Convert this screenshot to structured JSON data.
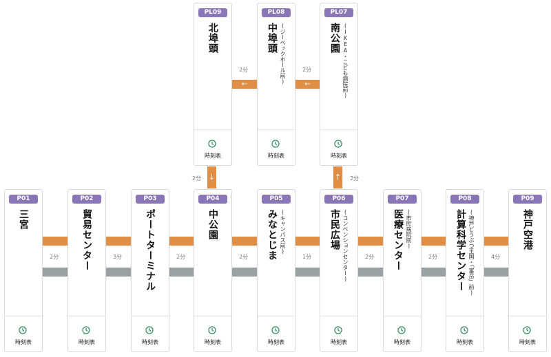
{
  "colors": {
    "badge": "#8a76b6",
    "line_orange": "#e08e45",
    "line_gray": "#9aa1a4",
    "clock_green": "#2e8b57"
  },
  "timetable_label": "時刻表",
  "main_stations": [
    {
      "code": "P01",
      "name": "三宮",
      "sub": ""
    },
    {
      "code": "P02",
      "name": "貿易センター",
      "sub": ""
    },
    {
      "code": "P03",
      "name": "ポートターミナル",
      "sub": ""
    },
    {
      "code": "P04",
      "name": "中公園",
      "sub": ""
    },
    {
      "code": "P05",
      "name": "みなとじま",
      "sub": "(キャンパス前)"
    },
    {
      "code": "P06",
      "name": "市民広場",
      "sub": "(コンベンションセンター)"
    },
    {
      "code": "P07",
      "name": "医療センター",
      "sub": "(市民病院前)"
    },
    {
      "code": "P08",
      "name": "計算科学センター",
      "sub": "(神戸どうぶつ王国・「富岳」前)"
    },
    {
      "code": "P09",
      "name": "神戸空港",
      "sub": ""
    }
  ],
  "upper_stations": [
    {
      "code": "PL09",
      "name": "北埠頭",
      "sub": ""
    },
    {
      "code": "PL08",
      "name": "中埠頭",
      "sub": "(ジーベックホール前)"
    },
    {
      "code": "PL07",
      "name": "南公園",
      "sub": "(IKEA・こども病院前)"
    }
  ],
  "main_times": [
    "",
    "2分",
    "3分",
    "2分",
    "2分",
    "1分",
    "2分",
    "2分",
    "4分"
  ],
  "upper_times": [
    "2分",
    "2分"
  ],
  "link_times": {
    "down": "2分",
    "up": "2分"
  },
  "icons": {
    "left_arrow": "←",
    "down_arrow": "↓",
    "up_arrow": "↑",
    "clock": "clock-icon"
  }
}
